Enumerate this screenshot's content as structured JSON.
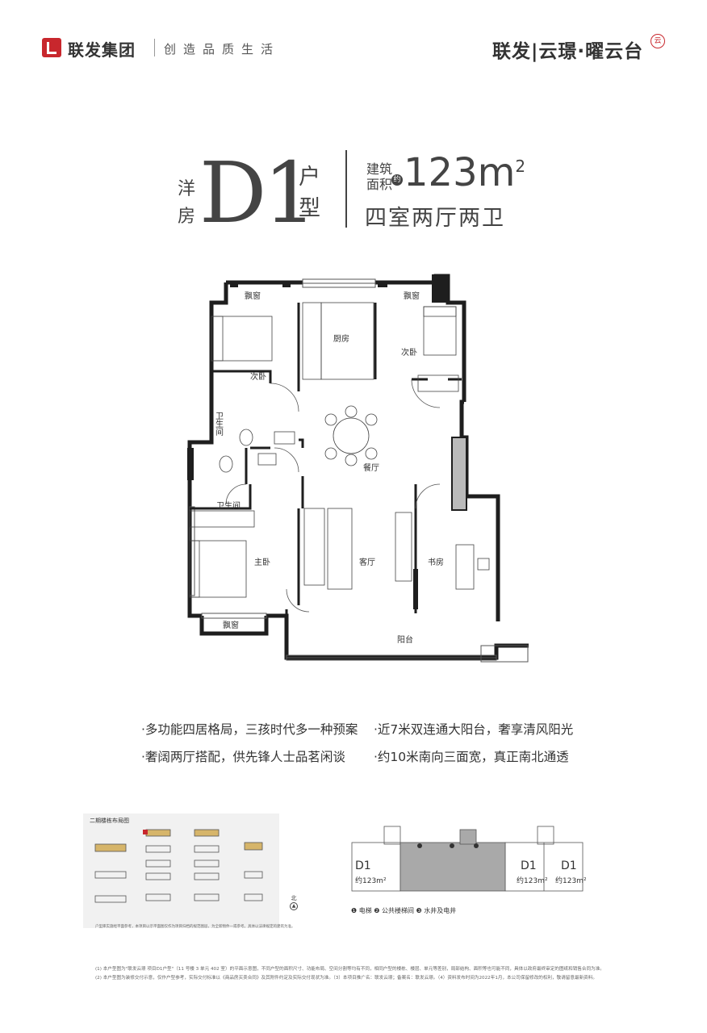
{
  "header": {
    "brand": "联发集团",
    "slogan": "创造品质生活",
    "project": "联发|云璟·曜云台",
    "seal_text": "云"
  },
  "title": {
    "prefix": "洋房",
    "code": "D1",
    "type_label": "户型",
    "area_label": "建筑面积",
    "area_approx": "约",
    "area_value": "123m",
    "area_sup": "2",
    "rooms": "四室两厅两卫"
  },
  "plan": {
    "rooms": {
      "bay_window_1": "飘窗",
      "bay_window_2": "飘窗",
      "bay_window_3": "飘窗",
      "kitchen": "厨房",
      "second_bedroom_left": "次卧",
      "second_bedroom_right": "次卧",
      "bathroom_1": "卫生间",
      "bathroom_2": "卫生间",
      "dining": "餐厅",
      "living": "客厅",
      "master_bedroom": "主卧",
      "study": "书房",
      "balcony": "阳台"
    }
  },
  "features": {
    "left_1": "·多功能四居格局，三孩时代多一种预案",
    "left_2": "·奢阔两厅搭配，供先锋人士品茗闲谈",
    "right_1": "·近7米双连通大阳台，奢享清风阳光",
    "right_2": "·约10米南向三面宽，真正南北通透"
  },
  "site_plan": {
    "title": "二期楼栋布局图",
    "north": "北",
    "note": "户型库实施经平面参考，本项目以示平面图仅作为项目归档的规范图层，为全新物件一或参考。具体以法律规定的建筑为准。"
  },
  "key_plan": {
    "unit_labels": [
      "D1",
      "D1",
      "D1"
    ],
    "unit_areas": [
      "约123m²",
      "约123m²",
      "约123m²"
    ],
    "legend": "❶ 电梯  ❷ 公共楼梯间  ❸ 水井及电井"
  },
  "footnotes": {
    "line1": "(1) 本户型图为\"联发云璟 项目D1户型\"（11 号楼 3 单元 402 室）的平面示意图，不同户型的面积尺寸、功能布局、空间分割等均有不同，相同户型的楼栋、楼层、单元等差别，局部结构、面积等也可能不同，具体以政府最终审定的图纸和销售合同为准。",
    "line2": "(2) 本户型图为装修交付示意，仅作户型参考，实际交付标准以《商品房买卖合同》及其附件约定及实际交付现状为准。（3）本项目推广名：联发云璟；备案名：联发云璟。（4）资料发布时间为2022年1月，本公司保留修改的权利，敬请留意最新资料。"
  },
  "colors": {
    "brand_red": "#c8272d",
    "wall": "#1e1e1e",
    "text": "#333333"
  }
}
